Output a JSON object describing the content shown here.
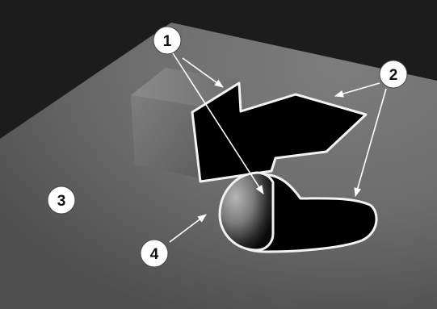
{
  "figure": {
    "callouts": [
      {
        "id": "1",
        "label": "1"
      },
      {
        "id": "2",
        "label": "2"
      },
      {
        "id": "3",
        "label": "3"
      },
      {
        "id": "4",
        "label": "4"
      }
    ]
  },
  "colors": {
    "background": "#1c1c1c",
    "outline": "#f2f2f2",
    "shadow": "#000000",
    "badge_fill": "#ffffff",
    "badge_text": "#111111"
  }
}
